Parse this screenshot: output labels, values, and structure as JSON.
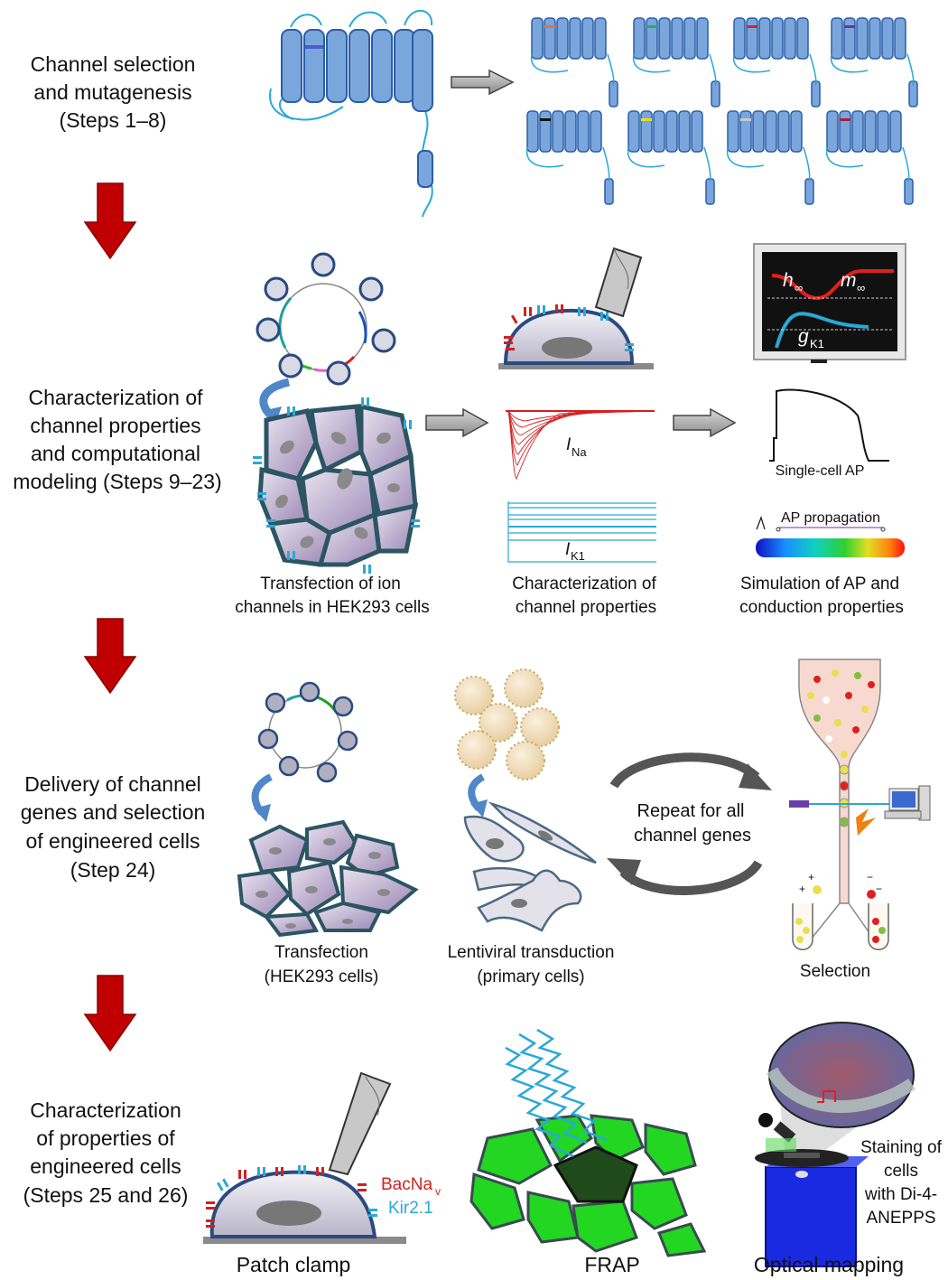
{
  "stages": [
    {
      "title_lines": [
        "Channel selection",
        "and mutagenesis",
        "(Steps 1–8)"
      ]
    },
    {
      "title_lines": [
        "Characterization of",
        "channel properties",
        "and computational",
        "modeling (Steps 9–23)"
      ]
    },
    {
      "title_lines": [
        "Delivery of channel",
        "genes and selection",
        "of engineered cells",
        "(Step 24)"
      ]
    },
    {
      "title_lines": [
        "Characterization",
        "of properties of",
        "engineered cells",
        "(Steps 25 and 26)"
      ]
    }
  ],
  "stage2": {
    "transfection_caption": [
      "Transfection of ion",
      "channels in HEK293 cells"
    ],
    "characterization_caption": [
      "Characterization of",
      "channel properties"
    ],
    "simulation_caption": [
      "Simulation of AP and",
      "conduction properties"
    ],
    "current_na": {
      "main": "I",
      "sub": "Na"
    },
    "current_k1": {
      "main": "I",
      "sub": "K1"
    },
    "monitor_h": {
      "main": "h",
      "sub": "∞"
    },
    "monitor_m": {
      "main": "m",
      "sub": "∞"
    },
    "monitor_g": {
      "main": "g",
      "sub": "K1"
    },
    "ap_label": "Single-cell AP",
    "propagation_label": "AP propagation"
  },
  "stage3": {
    "transfection_caption": [
      "Transfection",
      "(HEK293 cells)"
    ],
    "lentiviral_caption": [
      "Lentiviral transduction",
      "(primary cells)"
    ],
    "repeat_text": [
      "Repeat for all",
      "channel genes"
    ],
    "selection_label": "Selection"
  },
  "stage4": {
    "bacnav": {
      "main": "BacNa",
      "sub": "v"
    },
    "kir": "Kir2.1",
    "patch_caption": "Patch clamp",
    "frap_caption": "FRAP",
    "optical_caption": "Optical mapping",
    "staining_text": [
      "Staining of",
      "cells",
      "with Di-4-",
      "ANEPPS"
    ]
  },
  "colors": {
    "arrow_red": "#c00000",
    "channel_blue": "#7aa6dc",
    "cell_purple": "#b9a9cc",
    "current_red": "#d42020",
    "current_cyan": "#29a9d6",
    "frap_green": "#22d622"
  }
}
